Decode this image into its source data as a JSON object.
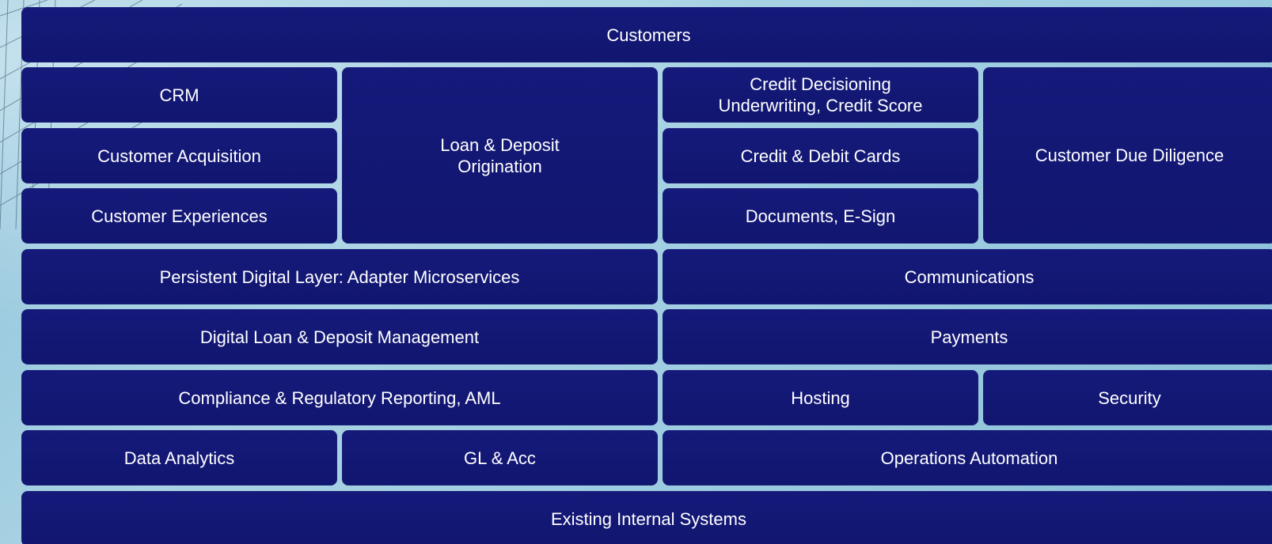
{
  "diagram": {
    "customers": "Customers",
    "crm": "CRM",
    "customer_acquisition": "Customer Acquisition",
    "customer_experiences": "Customer Experiences",
    "loan_deposit_origination": [
      "Loan & Deposit",
      "Origination"
    ],
    "credit_decisioning": [
      "Credit Decisioning",
      "Underwriting, Credit Score"
    ],
    "credit_debit_cards": "Credit & Debit Cards",
    "documents_esign": "Documents, E-Sign",
    "customer_due_diligence": "Customer Due Diligence",
    "persistent_digital_layer": "Persistent Digital Layer: Adapter Microservices",
    "communications": "Communications",
    "digital_loan_deposit_management": "Digital Loan & Deposit Management",
    "payments": "Payments",
    "compliance_reporting": "Compliance & Regulatory Reporting, AML",
    "hosting": "Hosting",
    "security": "Security",
    "data_analytics": "Data Analytics",
    "gl_acc": "GL & Acc",
    "operations_automation": "Operations Automation",
    "existing_internal_systems": "Existing Internal Systems"
  },
  "colors": {
    "box_fill": "#13187a",
    "text": "#ffffff",
    "background": "#9ccbe0"
  }
}
